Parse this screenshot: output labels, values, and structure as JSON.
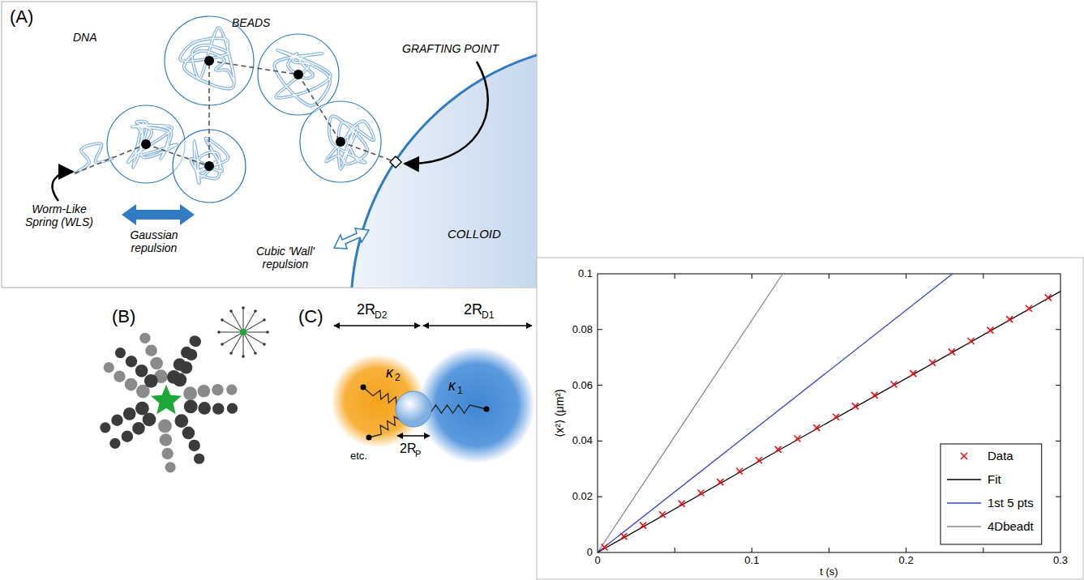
{
  "diagram": {
    "nodes": [
      {
        "text": [
          "COLLOID"
        ]
      }
    ],
    "labels": [
      "(A)",
      "DNA",
      "BEADS",
      "GRAFTING POINT",
      "Worm-Like Spring (WLS)",
      "Gaussian repulsion",
      "Cubic 'Wall' repulsion",
      "(B)",
      "(C)",
      "2R",
      "D2",
      "2R",
      "D1",
      "κ",
      "2",
      "κ",
      "1",
      "etc.",
      "2R",
      "P",
      "0.1",
      "0.08",
      "0.06",
      "0.04",
      "0.02",
      "0",
      "0",
      "0.1",
      "0.2",
      "0.3",
      "⟨x²⟩ (μm²)",
      "t (s)"
    ],
    "legend": [
      {
        "text": "Data"
      },
      {
        "text": "Fit"
      },
      {
        "text": "1st 5 pts"
      },
      {
        "text": "4Dbeadt"
      }
    ]
  }
}
